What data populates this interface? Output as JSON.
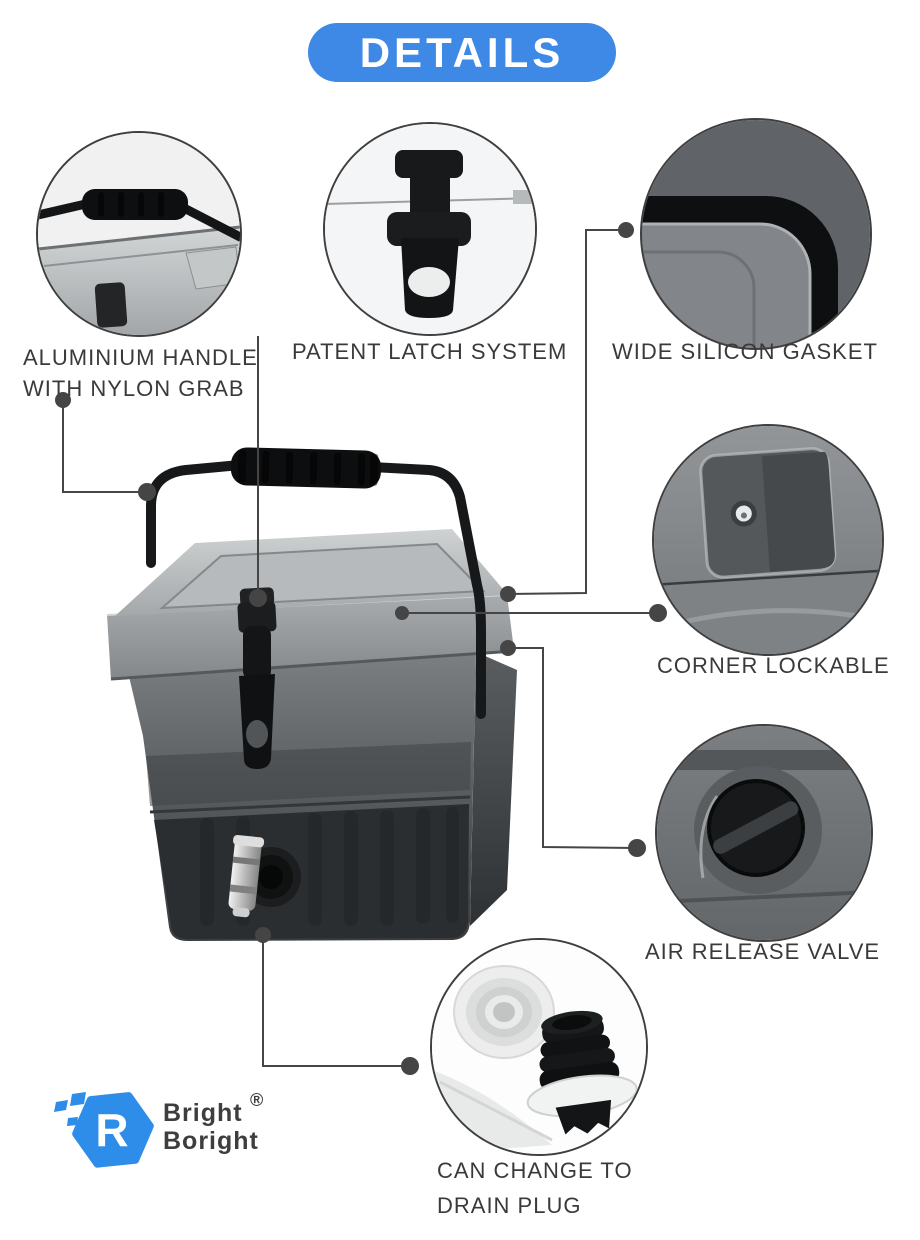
{
  "header": {
    "title": "DETAILS",
    "pill_color": "#3e88e6",
    "pill_text_color": "#ffffff"
  },
  "features": [
    {
      "id": "aluminium-handle",
      "label": [
        "ALUMINIUM HANDLE",
        "WITH NYLON GRAB"
      ],
      "photo": "handle-nylon-grip-closeup"
    },
    {
      "id": "patent-latch",
      "label": [
        "PATENT LATCH SYSTEM"
      ],
      "photo": "black-latch-closeup"
    },
    {
      "id": "silicon-gasket",
      "label": [
        "WIDE SILICON GASKET"
      ],
      "photo": "lid-corner-gasket-closeup"
    },
    {
      "id": "corner-lockable",
      "label": [
        "CORNER LOCKABLE"
      ],
      "photo": "lockable-corner-closeup"
    },
    {
      "id": "air-release",
      "label": [
        "AIR RELEASE VALVE"
      ],
      "photo": "air-release-valve-closeup"
    },
    {
      "id": "drain-plug",
      "label": [
        "CAN CHANGE TO",
        "DRAIN PLUG"
      ],
      "photo": "drain-plug-closeup"
    }
  ],
  "product": {
    "photo": "grey-cooler-box-with-bail-handle-and-spigot"
  },
  "brand": {
    "name_line1": "Bright",
    "name_line2": "Boright",
    "registered_mark": "®",
    "logo_letter": "R",
    "logo_icon": "hexagon-r-logo",
    "logo_color": "#2d8de9"
  },
  "colors": {
    "label_text": "#3a3a3a",
    "callout_line": "#454545",
    "circle_border": "#3f3f3f"
  }
}
